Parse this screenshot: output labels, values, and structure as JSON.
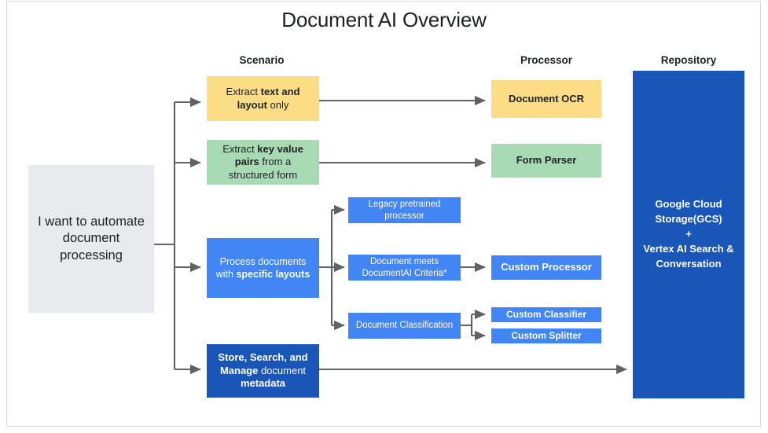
{
  "page": {
    "title": "Document AI Overview",
    "background": "#ffffff",
    "frame_border_color": "#d8d8d8"
  },
  "colors": {
    "yellow": "#FCDD86",
    "green": "#A8DBB4",
    "blue": "#4285F4",
    "dark_blue": "#1A56B8",
    "gray": "#E8EAED",
    "arrow": "#5F6368",
    "text_dark": "#202124",
    "text_light": "#FFFFFF"
  },
  "columns": [
    {
      "key": "scenario",
      "label": "Scenario"
    },
    {
      "key": "processor",
      "label": "Processor"
    },
    {
      "key": "repository",
      "label": "Repository"
    }
  ],
  "entry": {
    "label": "I want to automate document processing"
  },
  "scenarios": [
    {
      "id": "text-and-layout",
      "color": "yellow",
      "segments": [
        {
          "text": "Extract ",
          "bold": false
        },
        {
          "text": "text and layout",
          "bold": true
        },
        {
          "text": " only",
          "bold": false
        }
      ],
      "plain": "Extract text and layout only"
    },
    {
      "id": "key-value-pairs",
      "color": "green",
      "segments": [
        {
          "text": "Extract ",
          "bold": false
        },
        {
          "text": "key value pairs",
          "bold": true
        },
        {
          "text": " from a structured form",
          "bold": false
        }
      ],
      "plain": "Extract key value pairs from a structured form"
    },
    {
      "id": "specific-layouts",
      "color": "blue",
      "segments": [
        {
          "text": "Process documents with ",
          "bold": false
        },
        {
          "text": "specific layouts",
          "bold": true
        }
      ],
      "plain": "Process documents with specific layouts"
    },
    {
      "id": "store-search-manage",
      "color": "dark_blue",
      "segments": [
        {
          "text": "Store, Search, and Manage",
          "bold": true
        },
        {
          "text": " document ",
          "bold": false
        },
        {
          "text": "metadata",
          "bold": true
        }
      ],
      "plain": "Store, Search, and Manage document metadata"
    }
  ],
  "branches": [
    {
      "id": "legacy-pretrained-processor",
      "label": "Legacy pretrained processor",
      "color": "blue"
    },
    {
      "id": "documentai-criteria",
      "label": "Document meets DocumentAI Criteria*",
      "color": "blue"
    },
    {
      "id": "document-classification",
      "label": "Document Classification",
      "color": "blue"
    }
  ],
  "processors": [
    {
      "id": "document-ocr",
      "label": "Document OCR",
      "color": "yellow"
    },
    {
      "id": "form-parser",
      "label": "Form Parser",
      "color": "green"
    },
    {
      "id": "custom-processor",
      "label": "Custom Processor",
      "color": "blue"
    },
    {
      "id": "custom-classifier",
      "label": "Custom Classifier",
      "color": "blue"
    },
    {
      "id": "custom-splitter",
      "label": "Custom Splitter",
      "color": "blue"
    }
  ],
  "repository": {
    "id": "repository-box",
    "line1": "Google Cloud Storage(GCS)",
    "line2": "+",
    "line3": "Vertex AI Search & Conversation",
    "color": "dark_blue"
  }
}
